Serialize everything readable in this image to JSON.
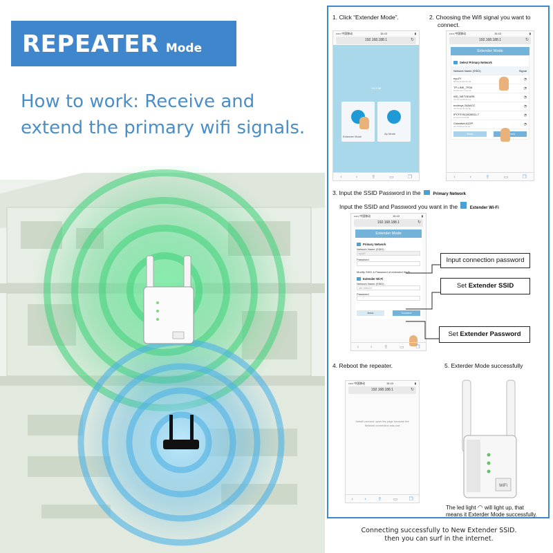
{
  "banner": {
    "title_big": "REPEATER",
    "title_small": "Mode"
  },
  "headline": {
    "line1": "How to work: Receive and",
    "line2": "extend the primary wifi signals."
  },
  "colors": {
    "brand_blue": "#3f86cc",
    "headline_blue": "#4a8ec8",
    "signal_green": "#3fd27a",
    "signal_blue": "#4fb3e6",
    "phone_header": "#74b3d9"
  },
  "steps": {
    "step1": {
      "label": "1. Click “Extender Mode”."
    },
    "step2": {
      "line1": "2. Choosing the Wifi signal you want to",
      "line2": "connect."
    },
    "step3": {
      "line1_a": "3. Input the SSID Password in the",
      "line1_b": "Primary Network",
      "line2_a": "Input the SSID and Password you want in the",
      "line2_b": "Extender Wi-Fi"
    },
    "step4": {
      "label": "4. Reboot the repeater."
    },
    "step5": {
      "label": "5. Exterder Mode successfully"
    }
  },
  "phone_common": {
    "carrier": "••••• 中国移动",
    "time": "15:43",
    "url": "192.168.188.1"
  },
  "phone1": {
    "ssid": "0S:3.88",
    "btn1": "Extender Mode",
    "btn2": "Ap Mode"
  },
  "phone2": {
    "header": "Extender Mode",
    "section": "Select Primary Network",
    "col1": "Network Name (SSID)",
    "col2": "Signal",
    "networks": [
      {
        "name": "eyuZY",
        "mac": "58:69:6C:04:0C:03"
      },
      {
        "name": "TP-LINK_7FD6",
        "mac": "D4:6A:4C:77:ee:b6"
      },
      {
        "name": "WD_NETGEAR8",
        "mac": "4C:24:A4:85:61:a3"
      },
      {
        "name": "ecdexys 2A5ACC",
        "mac": "C8:T0:E1:3e:32:8e"
      },
      {
        "name": "IPCF37812828311-7",
        "mac": "9c:19:2f:1d:f3:8F"
      },
      {
        "name": "ChinaNet-AZZP",
        "mac": "20:76:93:ee:b0:de"
      }
    ],
    "back": "Back",
    "refresh": "Refresh"
  },
  "phone3": {
    "header": "Extender Mode",
    "primary": "Primary Network",
    "ssid_label": "Network Name (SSID)",
    "ssid_value": "eyuZY",
    "password_label": "Password",
    "modify_note": "Modify SSID & Password of extended Wi-Fi",
    "extender": "Extender Wi-Fi",
    "ext_ssid_label": "Network Name (SSID)",
    "ext_ssid_value": "wifi 2A5ACC",
    "ext_password_label": "Password",
    "back": "Back",
    "connect": "Connect"
  },
  "callouts": {
    "input_password": "Input connection password",
    "set_ssid_a": "Set",
    "set_ssid_b": "Extender SSID",
    "set_password_a": "Set",
    "set_password_b": "Extender Password"
  },
  "phone4": {
    "message": "Setwill connect: open the page because the Network connection was lost"
  },
  "device_label": "WiFi",
  "led_note": {
    "line1_a": "The led light",
    "line1_b": "will light up, that",
    "line2": "means it Exterder Mode successfully."
  },
  "footer": {
    "line1": "Connecting successfully to New Extender SSID.",
    "line2": "then you can surf in the internet."
  },
  "icons": [
    "wifi-icon",
    "hand-pointer-icon",
    "lock-icon",
    "reload-icon",
    "share-icon",
    "bookmark-icon",
    "tabs-icon",
    "back-arrow-icon",
    "forward-arrow-icon"
  ]
}
